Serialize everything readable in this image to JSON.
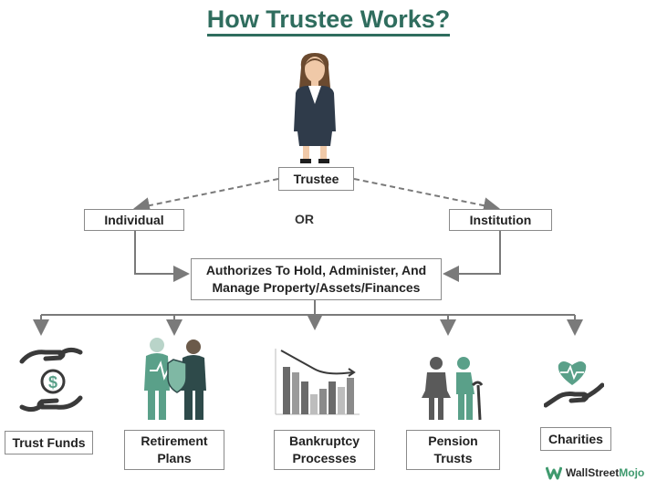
{
  "title": "How Trustee Works?",
  "nodes": {
    "trustee": "Trustee",
    "individual": "Individual",
    "or_label": "OR",
    "institution": "Institution",
    "authorizes_line1": "Authorizes To Hold, Administer, And",
    "authorizes_line2": "Manage Property/Assets/Finances"
  },
  "outcomes": [
    {
      "line1": "Trust Funds",
      "line2": "",
      "icon": "hands-dollar-icon"
    },
    {
      "line1": "Retirement",
      "line2": "Plans",
      "icon": "elderly-couple-shield-icon"
    },
    {
      "line1": "Bankruptcy",
      "line2": "Processes",
      "icon": "declining-bar-chart-icon"
    },
    {
      "line1": "Pension",
      "line2": "Trusts",
      "icon": "elderly-couple-cane-icon"
    },
    {
      "line1": "Charities",
      "line2": "",
      "icon": "hand-heart-icon"
    }
  ],
  "brand": {
    "wall": "Wall",
    "street": "Street",
    "mojo": "Mojo"
  },
  "colors": {
    "accent": "#2f6d5e",
    "icon_green": "#5aa089",
    "line_gray": "#7a7a7a"
  }
}
